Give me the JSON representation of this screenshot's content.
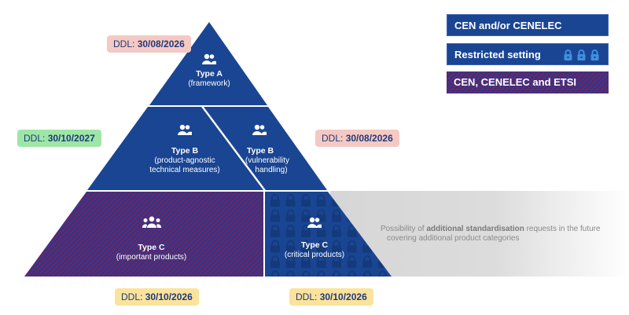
{
  "legend": {
    "items": [
      {
        "label": "CEN and/or CENELEC",
        "style": "solid-blue"
      },
      {
        "label": "Restricted setting",
        "style": "solid-blue",
        "icons": [
          "lock-icon",
          "lock-icon",
          "lock-icon"
        ]
      },
      {
        "label": "CEN, CENELEC and ETSI",
        "style": "hatched"
      }
    ]
  },
  "colors": {
    "blue": "#1a4593",
    "hatch_red": "#7a1a4e",
    "hatch_blue": "#283e99",
    "lock_dark": "#143a7c",
    "lock_legend": "#3f8fe0",
    "ddl_red": "#f5c9c3",
    "ddl_green": "#9ee6a6",
    "ddl_yellow": "#fbe39c",
    "future_grey": "#d6d6d6"
  },
  "pyramid": {
    "type_a": {
      "title": "Type A",
      "subtitle": "(framework)",
      "icon": "users-icon"
    },
    "type_b_agnostic": {
      "title": "Type B",
      "subtitle1": "(product-agnostic",
      "subtitle2": "technical measures)",
      "icon": "users-icon"
    },
    "type_b_vuln": {
      "title": "Type B",
      "subtitle1": "(vulnerability",
      "subtitle2": "handling)",
      "icon": "users-icon"
    },
    "type_c_important": {
      "title": "Type C",
      "subtitle": "(important products)",
      "icon": "group-icon"
    },
    "type_c_critical": {
      "title": "Type C",
      "subtitle": "(critical products)",
      "icon": "users-icon"
    }
  },
  "deadlines": {
    "prefix": "DDL:",
    "type_a": "30/08/2026",
    "type_b_agnostic": "30/10/2027",
    "type_b_vuln": "30/08/2026",
    "type_c_important": "30/10/2026",
    "type_c_critical": "30/10/2026"
  },
  "future": {
    "text_pre": "Possibility of ",
    "text_bold": "additional standardisation",
    "text_post": " requests in the future",
    "line2": "covering additional product categories"
  }
}
